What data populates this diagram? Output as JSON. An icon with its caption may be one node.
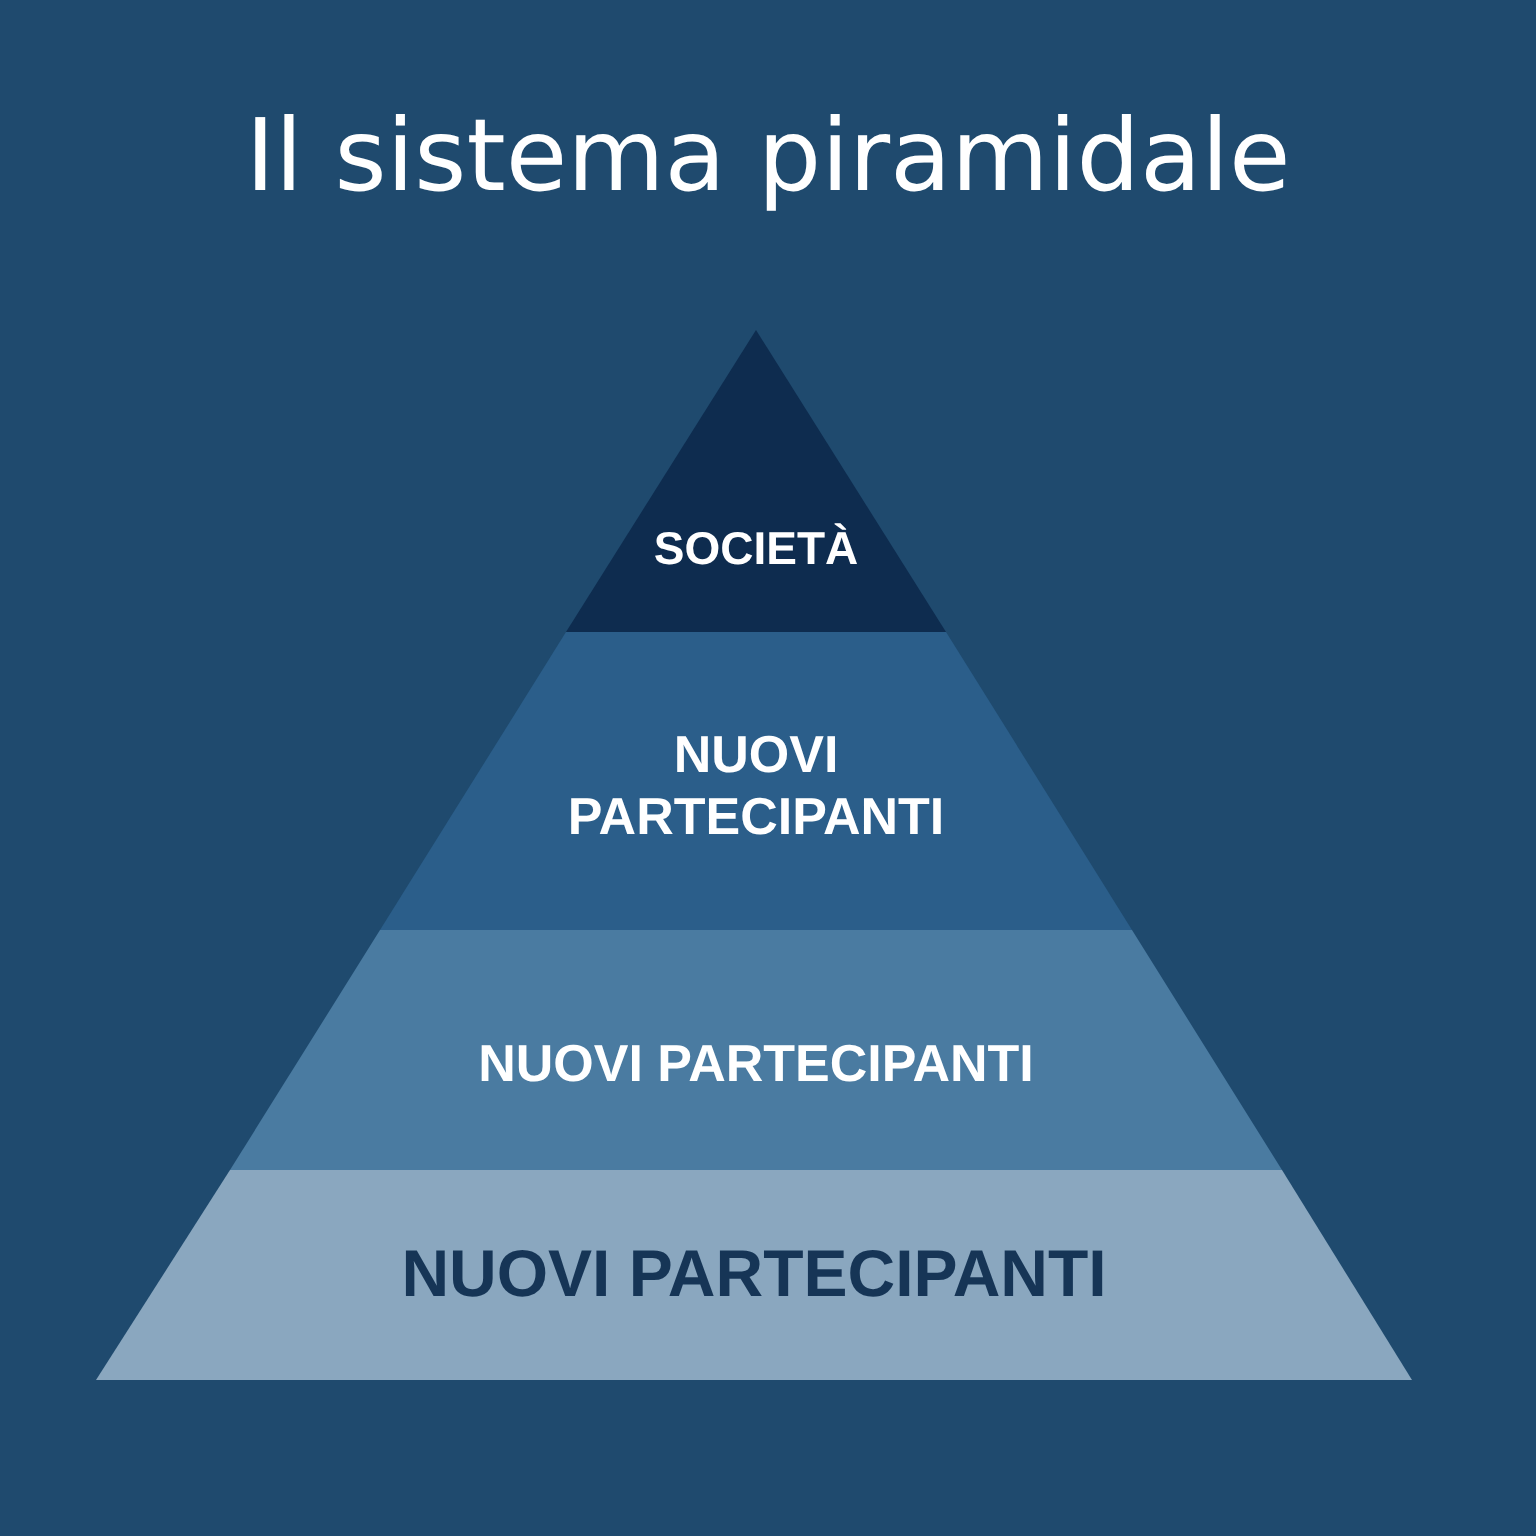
{
  "diagram": {
    "title": "Il sistema piramidale",
    "nodes": [
      {
        "text": [
          "SOCIETÀ"
        ]
      },
      {
        "text": [
          "NUOVI PARTECIPANTI"
        ]
      },
      {
        "text": [
          "NUOVI PARTECIPANTI"
        ]
      },
      {
        "text": [
          "NUOVI PARTECIPANTI"
        ]
      }
    ]
  }
}
